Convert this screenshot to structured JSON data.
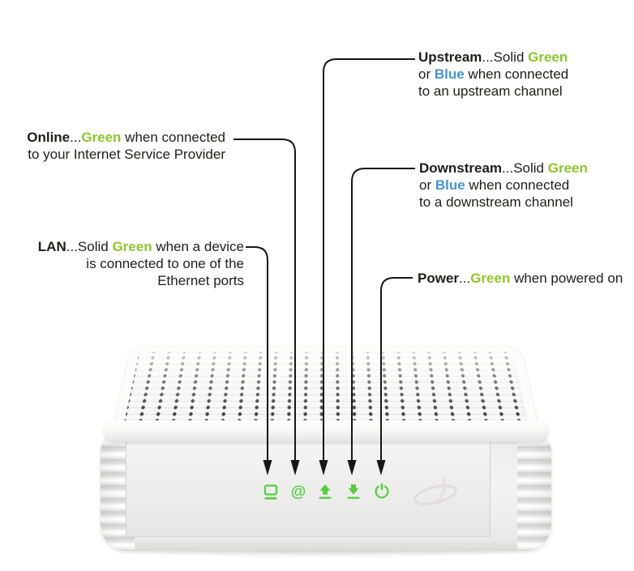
{
  "diagram_title": "cable-modem-led-indicator-diagram",
  "colors": {
    "text_black": "#1D1D1B",
    "callout_green": "#8CC62C",
    "callout_blue": "#4694D3",
    "led_green": "#53CF3E",
    "callout_line": "#161616",
    "device_white": "#F0F0EE"
  },
  "callouts": {
    "upstream": {
      "segments": [
        {
          "text": "Upstream",
          "style": "bold"
        },
        {
          "text": "...Solid ",
          "style": "normal"
        },
        {
          "text": "Green",
          "style": "green"
        },
        {
          "text": "\nor ",
          "style": "normal"
        },
        {
          "text": "Blue",
          "style": "blue"
        },
        {
          "text": " when connected\nto an upstream channel",
          "style": "normal"
        }
      ]
    },
    "online": {
      "segments": [
        {
          "text": "Online",
          "style": "bold"
        },
        {
          "text": "...",
          "style": "normal"
        },
        {
          "text": "Green",
          "style": "green"
        },
        {
          "text": " when connected\nto your Internet Service Provider",
          "style": "normal"
        }
      ]
    },
    "downstream": {
      "segments": [
        {
          "text": "Downstream",
          "style": "bold"
        },
        {
          "text": "...Solid ",
          "style": "normal"
        },
        {
          "text": "Green",
          "style": "green"
        },
        {
          "text": "\nor ",
          "style": "normal"
        },
        {
          "text": "Blue",
          "style": "blue"
        },
        {
          "text": " when connected\nto a downstream channel",
          "style": "normal"
        }
      ]
    },
    "lan": {
      "segments": [
        {
          "text": "LAN",
          "style": "bold"
        },
        {
          "text": "...Solid ",
          "style": "normal"
        },
        {
          "text": "Green",
          "style": "green"
        },
        {
          "text": " when a device\nis connected to one of the\nEthernet ports",
          "style": "normal"
        }
      ]
    },
    "power": {
      "segments": [
        {
          "text": "Power",
          "style": "bold"
        },
        {
          "text": "...",
          "style": "normal"
        },
        {
          "text": "Green",
          "style": "green"
        },
        {
          "text": " when powered on",
          "style": "normal"
        }
      ]
    }
  },
  "device": {
    "name": "cable-modem",
    "leds": [
      {
        "id": "lan",
        "icon": "monitor-icon"
      },
      {
        "id": "online",
        "icon": "at-icon",
        "glyph": "@"
      },
      {
        "id": "upstream",
        "icon": "arrow-up-icon"
      },
      {
        "id": "downstream",
        "icon": "arrow-down-icon"
      },
      {
        "id": "power",
        "icon": "power-icon"
      }
    ]
  }
}
